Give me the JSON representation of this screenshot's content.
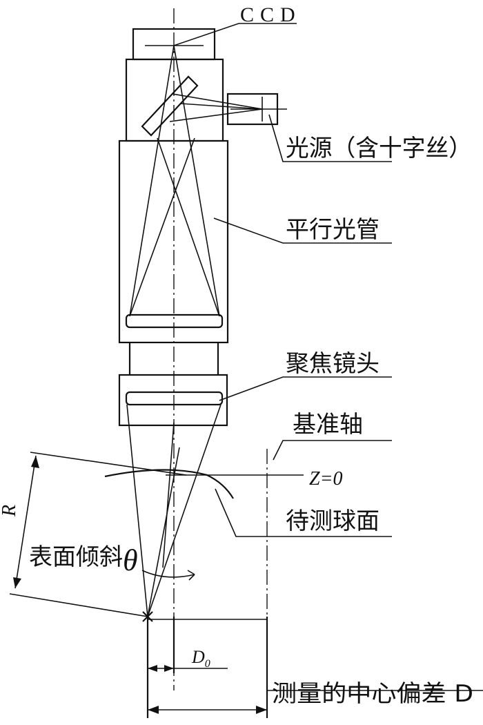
{
  "labels": {
    "ccd": "CCD",
    "light_source": "光源（含十字丝）",
    "collimator": "平行光管",
    "focusing_lens": "聚焦镜头",
    "reference_axis": "基准轴",
    "z_zero": "Z=0",
    "sphere_under_test": "待测球面",
    "surface_tilt": "表面倾斜",
    "theta": "θ",
    "radius_r": "R",
    "d0_letter": "D",
    "d0_subscript": "0",
    "center_deviation": "测量的中心偏差 D"
  }
}
